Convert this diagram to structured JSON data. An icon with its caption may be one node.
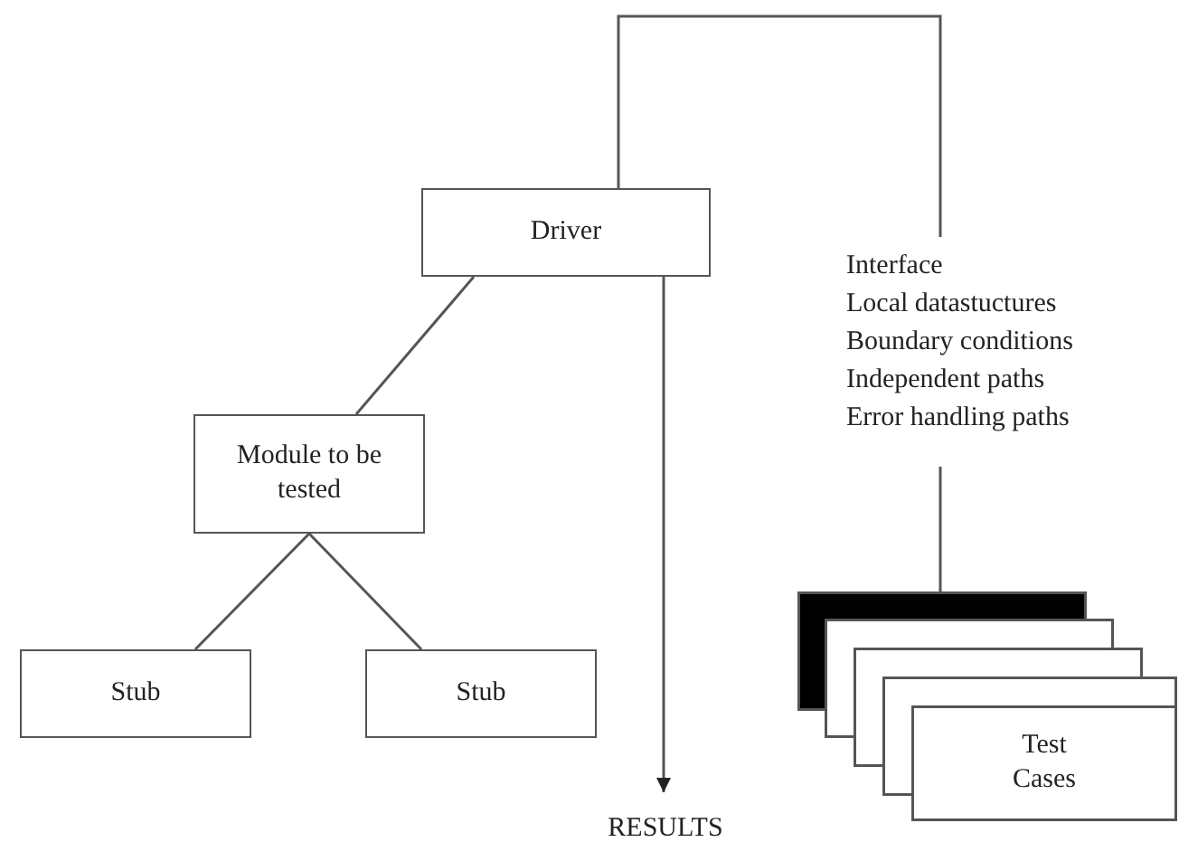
{
  "diagram": {
    "nodes": [
      {
        "text": [
          "Driver"
        ]
      },
      {
        "text": [
          "Module to be tested"
        ]
      },
      {
        "text": [
          "Stub"
        ]
      },
      {
        "text": [
          "Stub"
        ]
      },
      {
        "text": [
          "RESULTS"
        ]
      },
      {
        "text": [
          "Interface",
          "Local datastuctures",
          "Boundary conditions",
          "Independent paths",
          "Error handling paths"
        ]
      },
      {
        "text": [
          "Test Cases"
        ]
      }
    ],
    "edges": [
      {
        "from": 0,
        "to": 1,
        "arrow": "none"
      },
      {
        "from": 1,
        "to": 2,
        "arrow": "none"
      },
      {
        "from": 1,
        "to": 3,
        "arrow": "none"
      },
      {
        "from": 0,
        "to": 4,
        "arrow": "to"
      },
      {
        "from": 0,
        "to": 5,
        "arrow": "none"
      },
      {
        "from": 5,
        "to": 6,
        "arrow": "none"
      }
    ]
  }
}
